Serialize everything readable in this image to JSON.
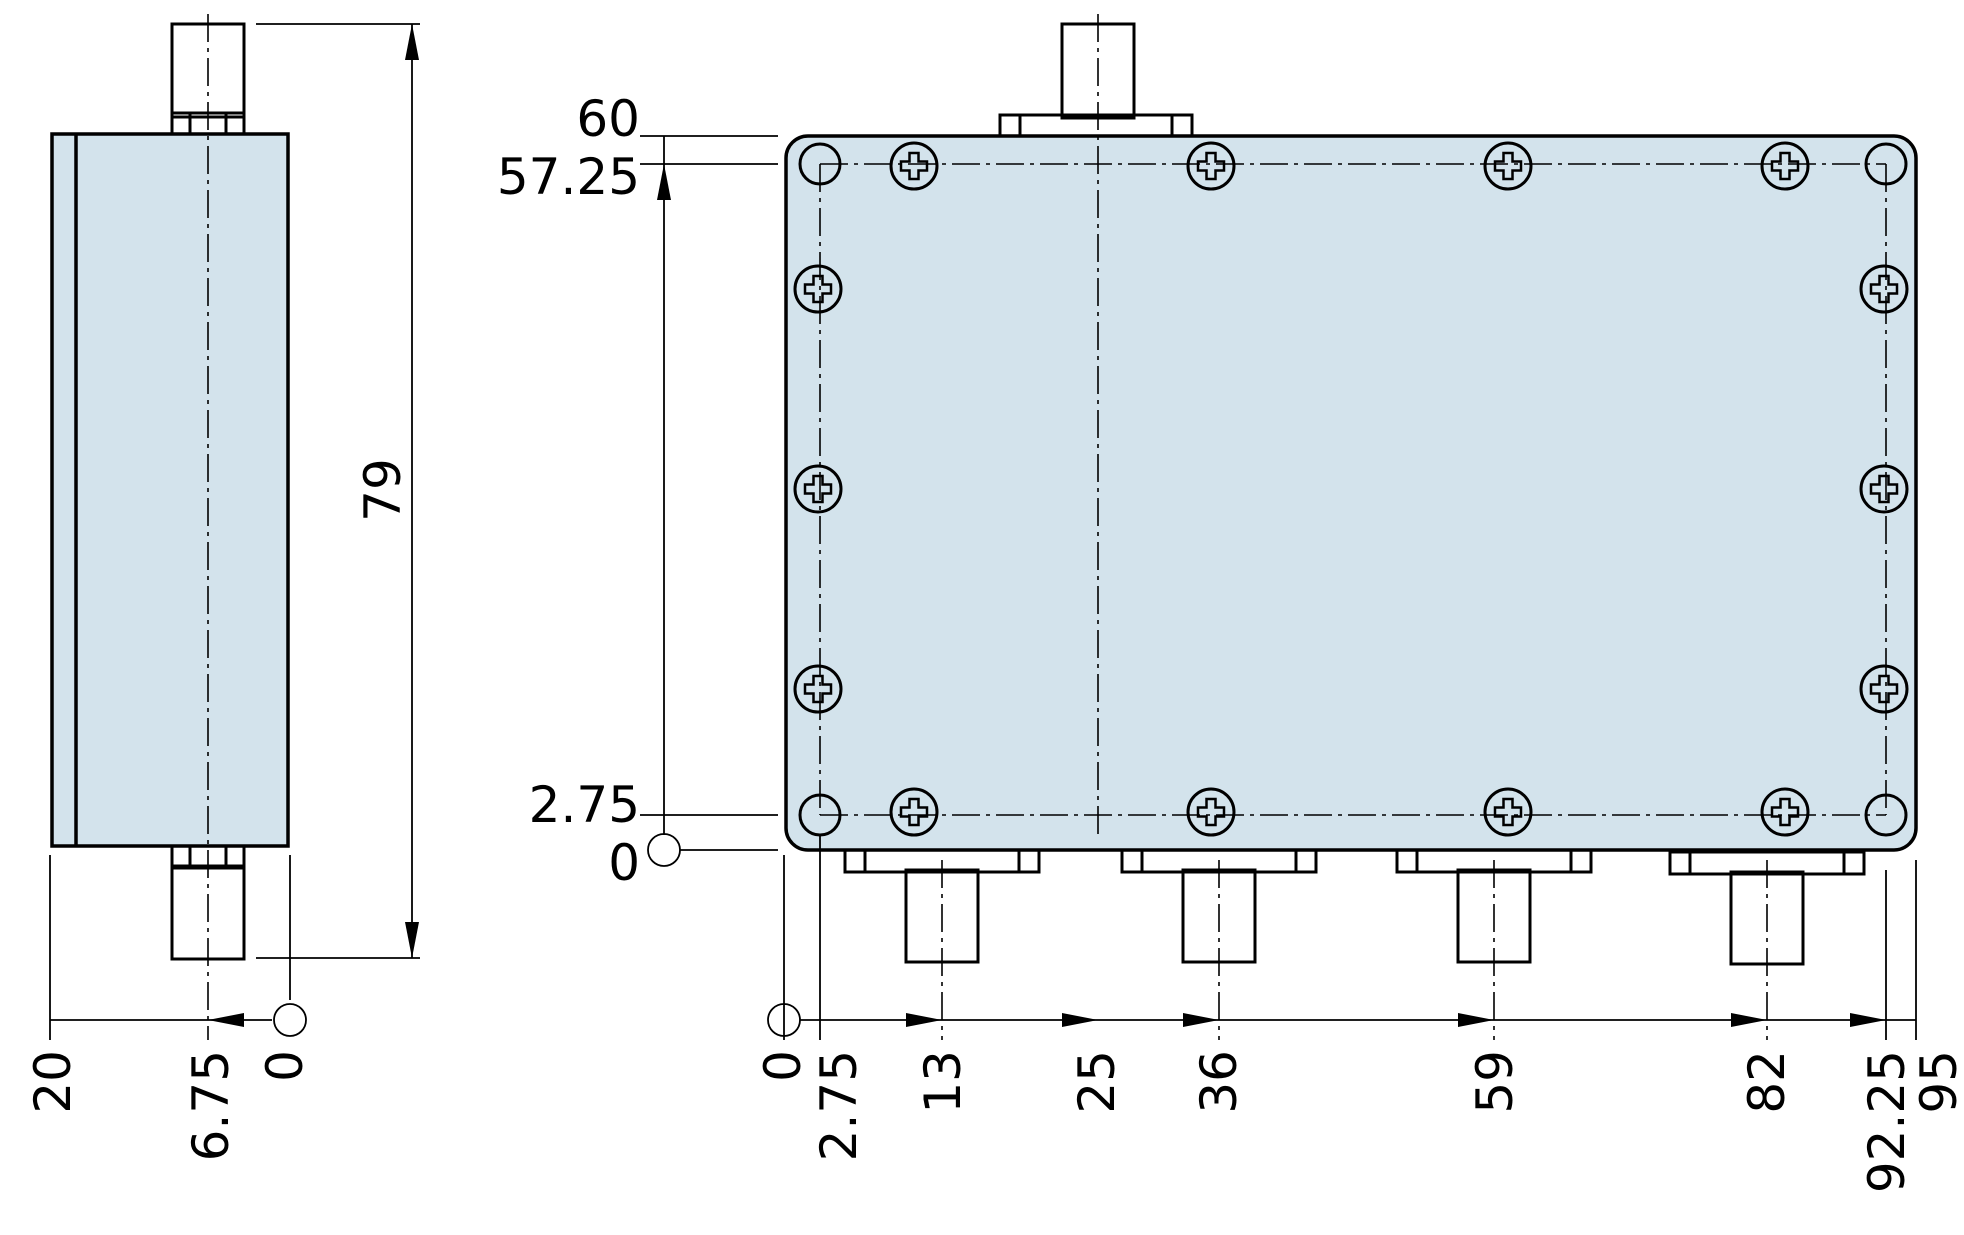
{
  "side_view": {
    "height_label": "79",
    "bottom_labels": [
      "20",
      "6.75",
      "0"
    ]
  },
  "front_view": {
    "left_labels": [
      "60",
      "57.25",
      "2.75",
      "0"
    ],
    "bottom_labels": [
      "0",
      "2.75",
      "13",
      "25",
      "36",
      "59",
      "82",
      "92.25",
      "95"
    ]
  },
  "colors": {
    "body": "#d3e3ec",
    "line": "#000000"
  }
}
